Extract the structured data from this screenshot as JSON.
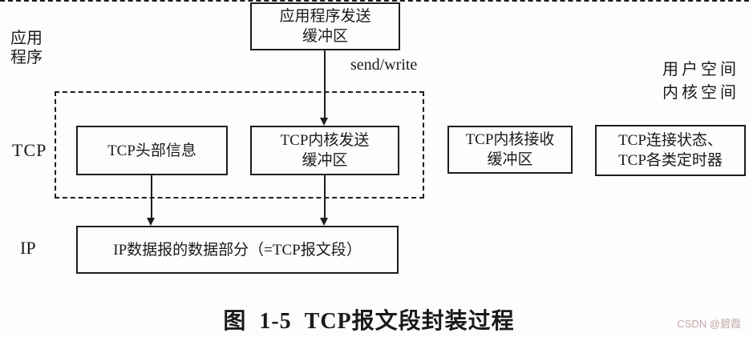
{
  "colors": {
    "line": "#1d1d1d",
    "background": "#fdfdfd",
    "watermark_text": "#c6a9ab"
  },
  "layer_labels": {
    "application": "应用\n程序",
    "tcp": "TCP",
    "ip": "IP"
  },
  "boundary": {
    "user_space": "用户空间",
    "kernel_space": "内核空间"
  },
  "annotations": {
    "send_write": "send/write"
  },
  "boxes": {
    "app_send_buffer": "应用程序发送\n缓冲区",
    "tcp_header_info": "TCP头部信息",
    "tcp_kernel_send_buffer": "TCP内核发送\n缓冲区",
    "tcp_kernel_recv_buffer": "TCP内核接收\n缓冲区",
    "tcp_conn_state_timers": "TCP连接状态、\nTCP各类定时器",
    "ip_datagram_data": "IP数据报的数据部分（=TCP报文段）"
  },
  "caption": "图  1-5  TCP报文段封装过程",
  "watermark": "CSDN @碧霞"
}
